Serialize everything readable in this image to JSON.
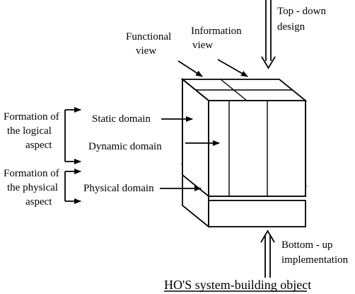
{
  "labels": {
    "top_down_line1": "Top - down",
    "top_down_line2": "design",
    "functional_view_line1": "Functional",
    "functional_view_line2": "view",
    "information_view_line1": "Information",
    "information_view_line2": "view",
    "formation_logical_line1": "Formation of",
    "formation_logical_line2": "the logical",
    "formation_logical_line3": "aspect",
    "formation_physical_line1": "Formation of",
    "formation_physical_line2": "the physical",
    "formation_physical_line3": "aspect",
    "static_domain": "Static domain",
    "dynamic_domain": "Dynamic domain",
    "physical_domain": "Physical domain",
    "bottom_up_line1": "Bottom - up",
    "bottom_up_line2": "implementation",
    "caption": "HO'S system-building object"
  },
  "colors": {
    "ink": "#000000",
    "background": "#ffffff"
  }
}
